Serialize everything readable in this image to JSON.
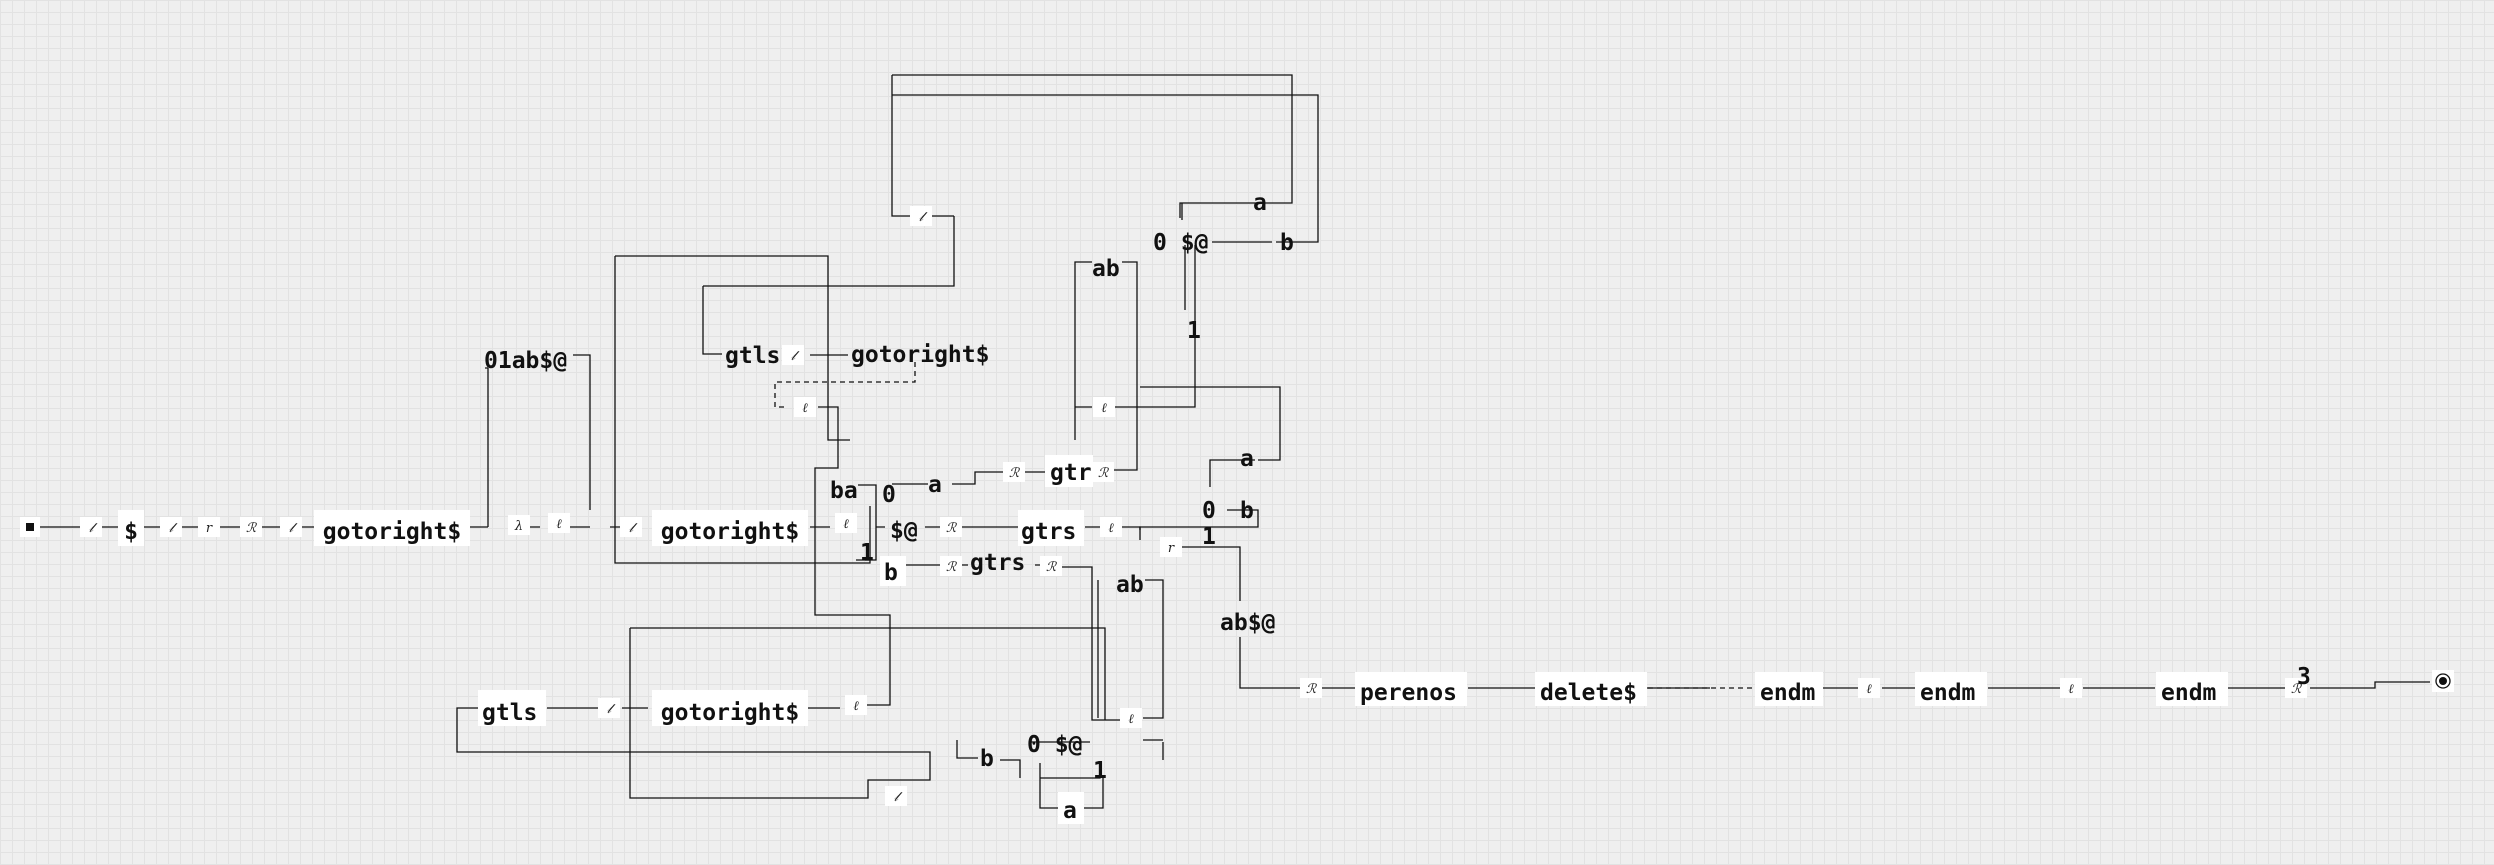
{
  "symbols": {
    "ell": "ℓ",
    "curly_l": "𝓁",
    "r": "r",
    "lambda": "λ",
    "r_star": "ℛ"
  },
  "labels": {
    "dollar": "$",
    "gotoright_1": "gotoright$",
    "gotoright_2": "gotoright$",
    "gotoright_3": "gotoright$",
    "gotoright_4": "gotoright$",
    "alphabet": "01ab$@",
    "gtls_1": "gtls",
    "gtls_2": "gtls",
    "ba": "ba",
    "zero_1": "0",
    "a_1": "a",
    "gtr": "gtr",
    "sat": "$@",
    "gtrs_1": "gtrs",
    "gtrs_2": "gtrs",
    "one_1": "1",
    "b_1": "b",
    "ab_1": "ab",
    "zero_sat_1": "0 $@",
    "a_top": "a",
    "b_top": "b",
    "one_top": "1",
    "a_2": "a",
    "zero_2": "0",
    "b_2": "b",
    "one_2": "1",
    "ab_sat": "ab$@",
    "ab_2": "ab",
    "zero_sat_2": "0 $@",
    "b_3": "b",
    "one_3": "1",
    "a_3": "a",
    "perenos": "perenos",
    "delete": "delete$",
    "endm_1": "endm",
    "endm_2": "endm",
    "endm_3": "endm",
    "three": "3"
  }
}
